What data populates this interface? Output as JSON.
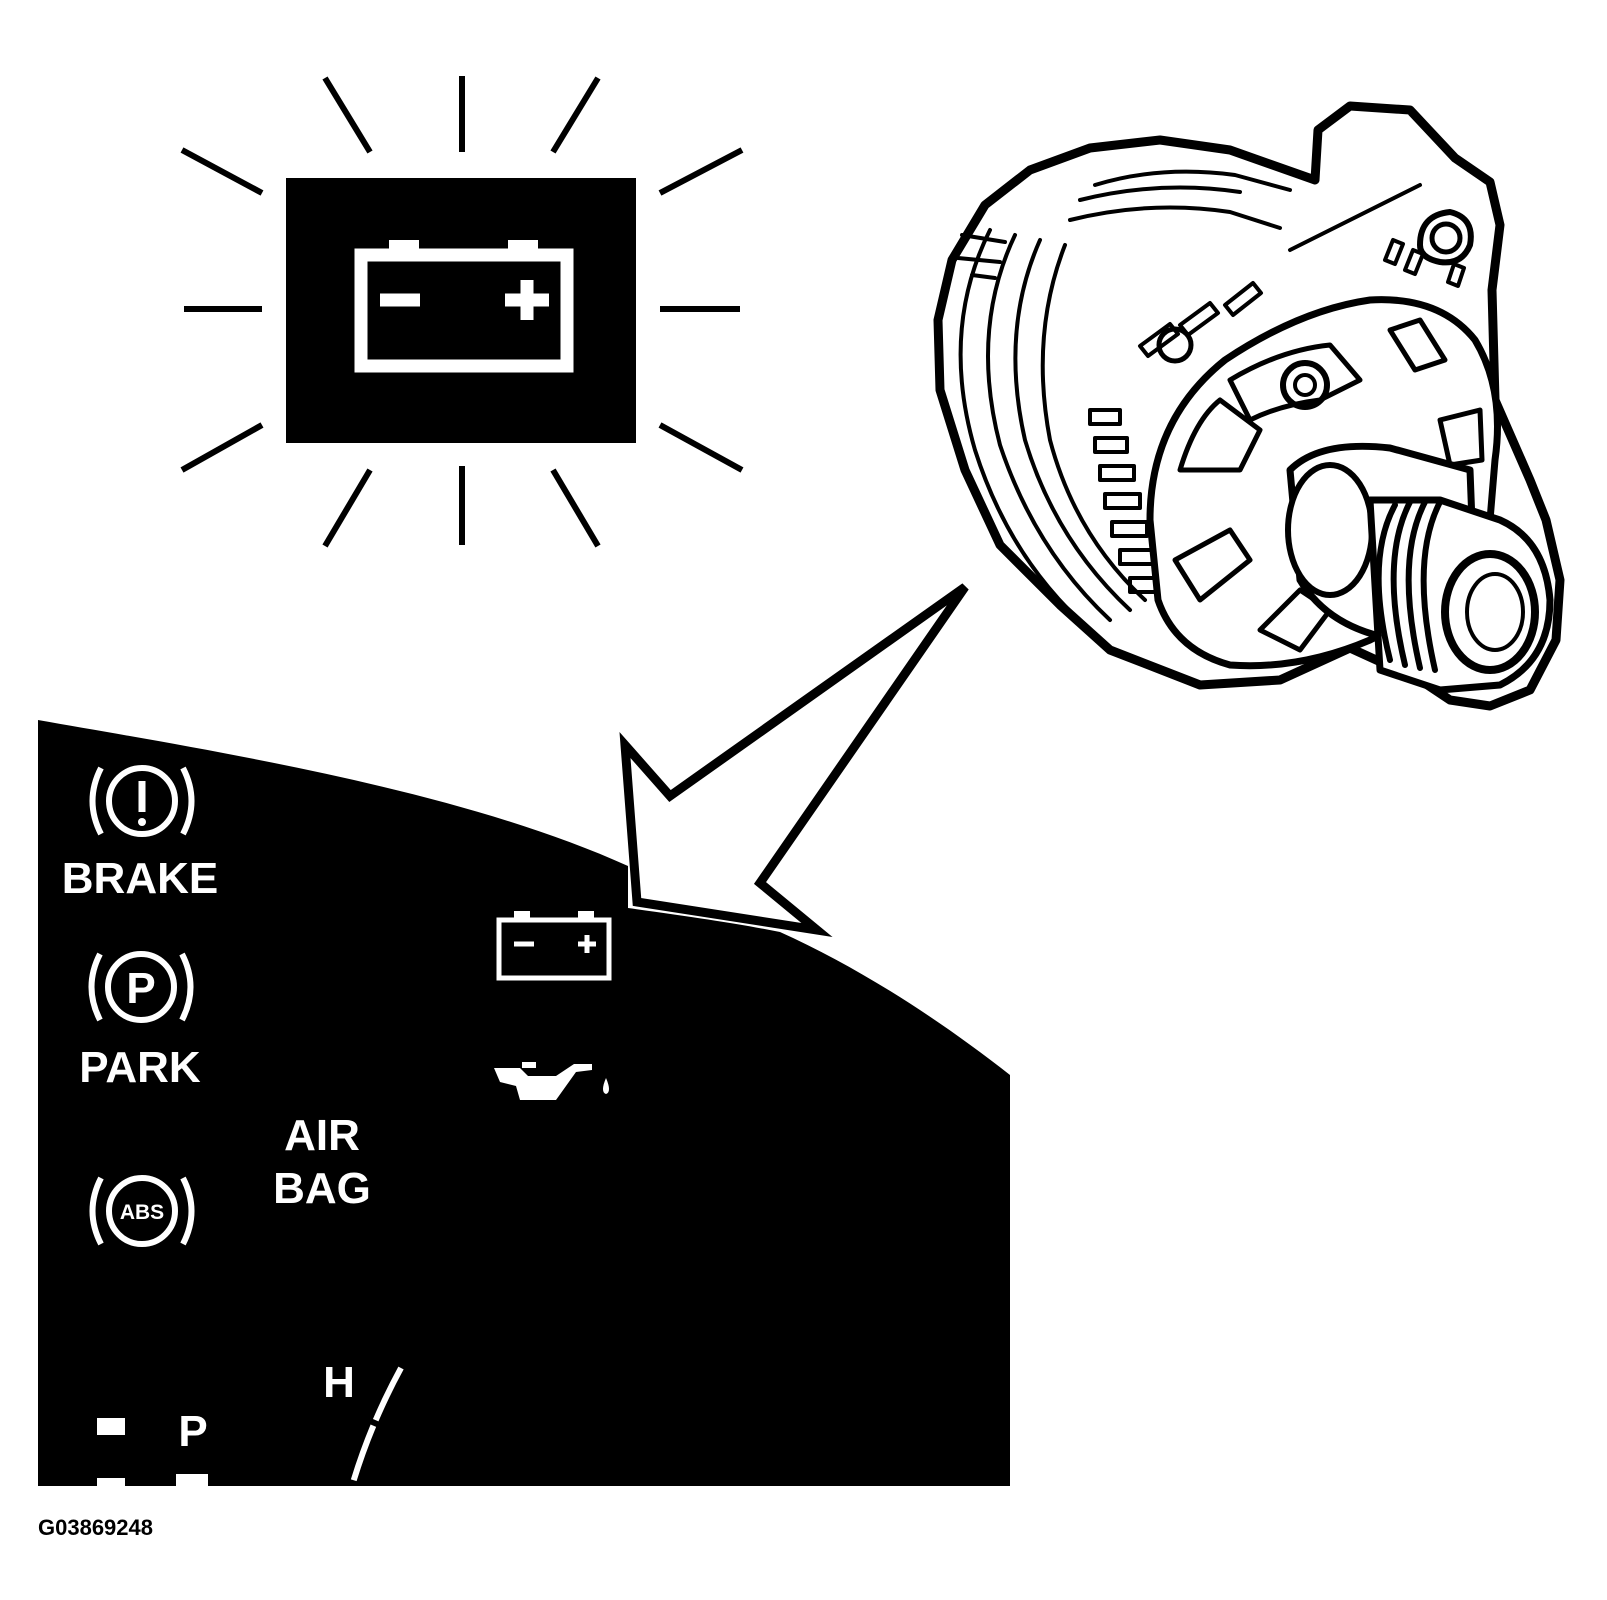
{
  "figure_id": "G03869248",
  "cluster": {
    "brake_label": "BRAKE",
    "park_label": "PARK",
    "airbag_label_line1": "AIR",
    "airbag_label_line2": "BAG",
    "abs_label": "ABS",
    "temp_label": "H",
    "park_symbol": "P",
    "gear_label": "P"
  },
  "icons": {
    "battery_warning": "battery-icon",
    "brake_warning": "brake-warning-icon",
    "park_brake": "park-brake-icon",
    "abs_warning": "abs-icon",
    "oil_pressure": "oil-can-icon",
    "generator": "alternator-icon"
  }
}
